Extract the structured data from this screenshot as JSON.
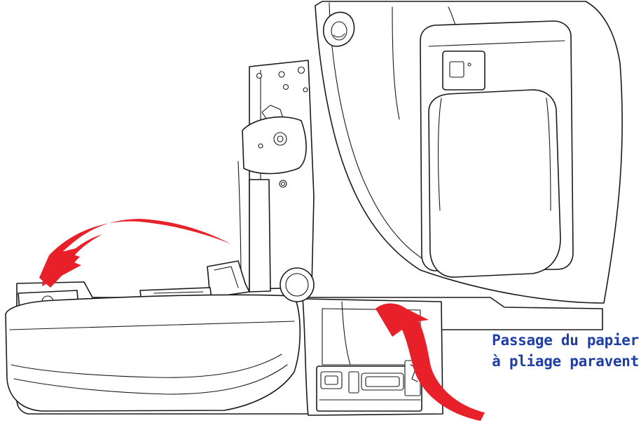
{
  "callout": {
    "lines": [
      "Passage du papier",
      "à pliage paravent"
    ],
    "color": "#1f3fa6"
  },
  "colors": {
    "arrow": "#e8202a",
    "outline": "#1a1a1a"
  },
  "icons": {
    "rotate_arrow": "curved-arrow-left",
    "feed_arrow": "curved-arrow-up"
  }
}
